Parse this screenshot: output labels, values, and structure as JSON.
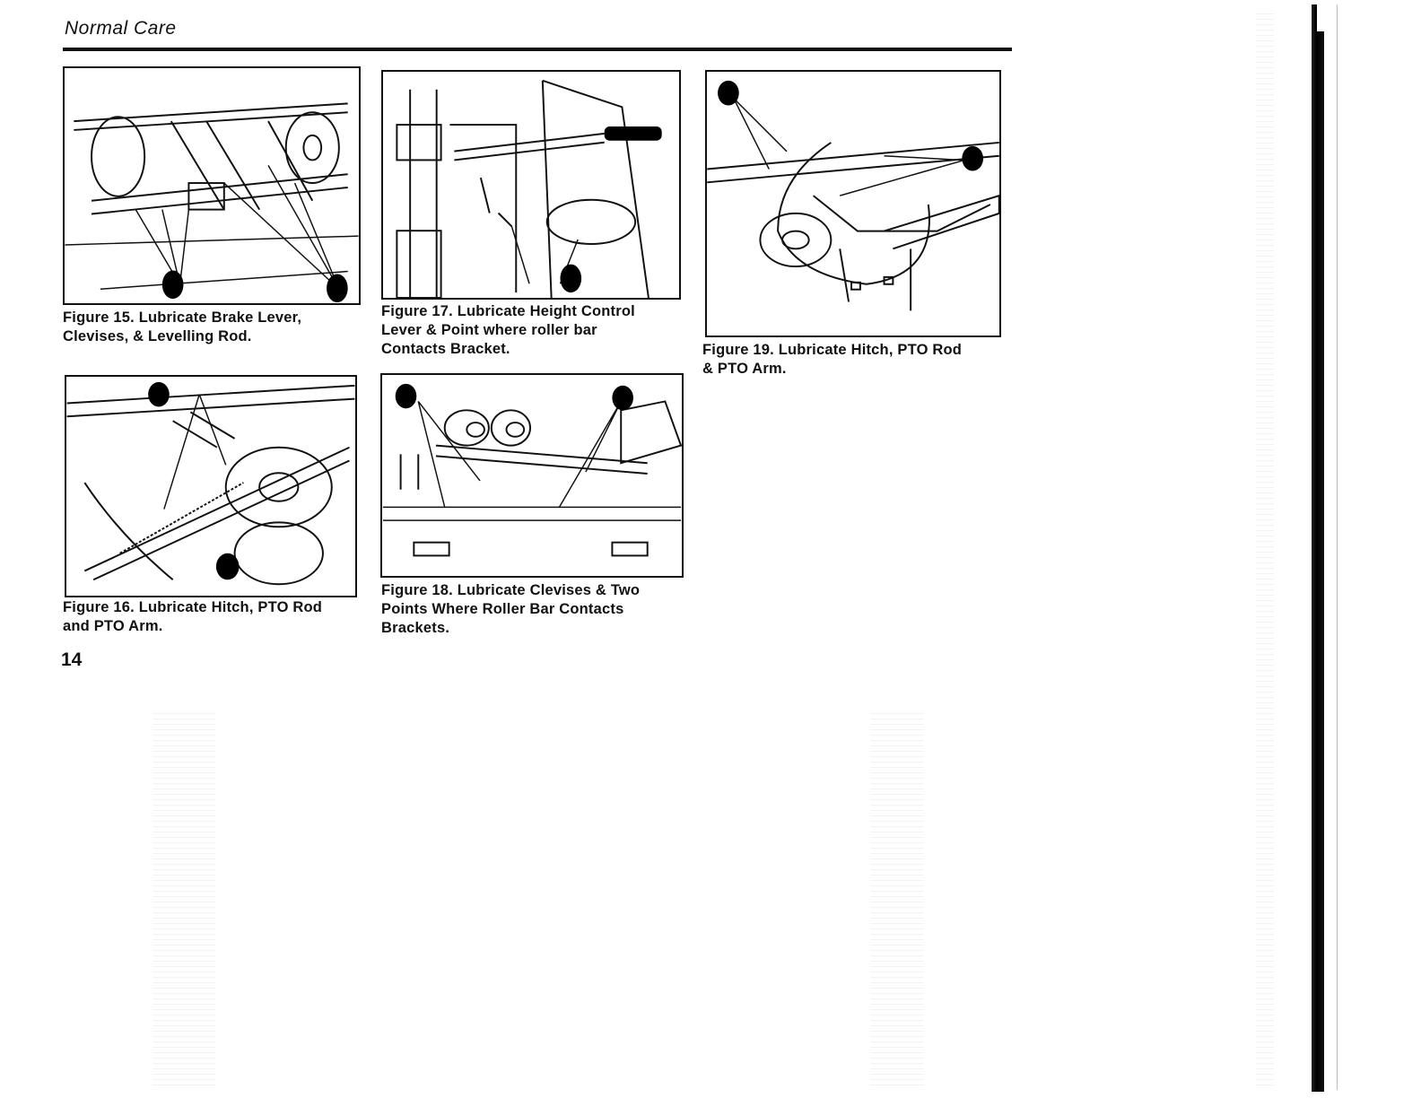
{
  "header": {
    "title": "Normal Care"
  },
  "figures": [
    {
      "caption_line1": "Figure 15.  Lubricate Brake Lever,",
      "caption_line2": "Clevises, & Levelling Rod.",
      "caption_line3": ""
    },
    {
      "caption_line1": "Figure 16.  Lubricate Hitch, PTO Rod",
      "caption_line2": "and PTO Arm.",
      "caption_line3": ""
    },
    {
      "caption_line1": "Figure 17.  Lubricate Height Control",
      "caption_line2": "Lever & Point where roller bar",
      "caption_line3": "Contacts Bracket."
    },
    {
      "caption_line1": "Figure 18.  Lubricate Clevises & Two",
      "caption_line2": "Points Where Roller Bar Contacts",
      "caption_line3": "Brackets."
    },
    {
      "caption_line1": "Figure 19.  Lubricate Hitch, PTO Rod",
      "caption_line2": "& PTO Arm.",
      "caption_line3": ""
    }
  ],
  "page_number": "14",
  "colors": {
    "ink": "#111111",
    "paper": "#ffffff"
  }
}
